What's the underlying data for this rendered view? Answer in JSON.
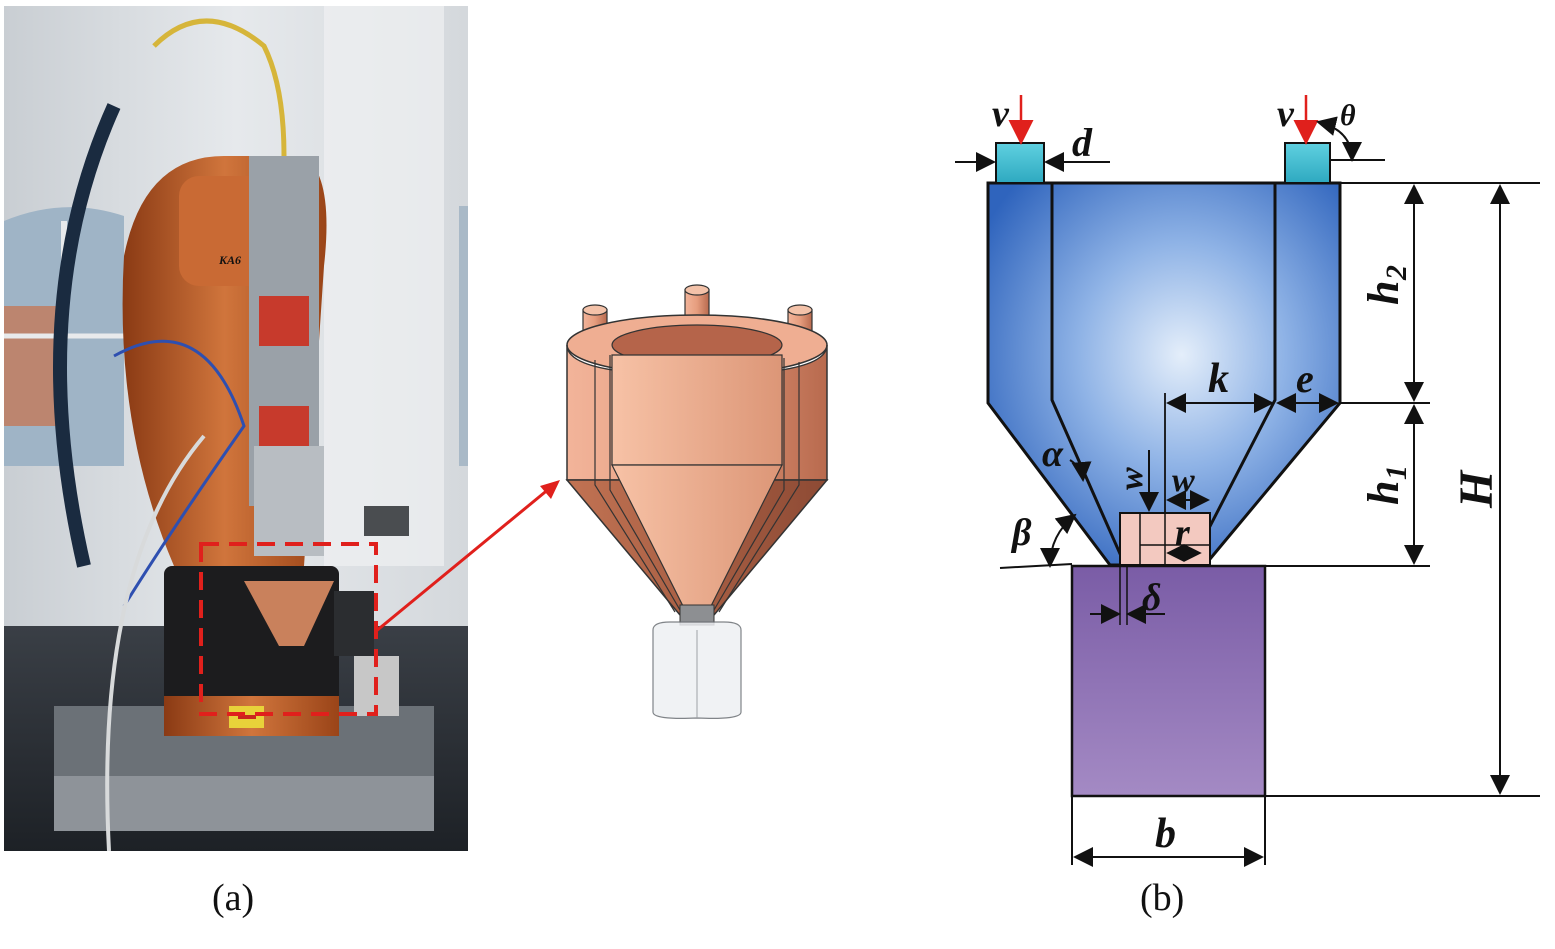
{
  "captions": {
    "a": "(a)",
    "b": "(b)"
  },
  "photo": {
    "label_on_robot": "KA6"
  },
  "schematic": {
    "symbols": {
      "v_left": "v",
      "v_right": "v",
      "d": "d",
      "theta": "θ",
      "h2": "h",
      "h2_sub": "2",
      "h1": "h",
      "h1_sub": "1",
      "H": "H",
      "k": "k",
      "e": "e",
      "alpha": "α",
      "beta": "β",
      "w_vertical": "w",
      "w_horizontal": "w",
      "r": "r",
      "delta": "δ",
      "b": "b"
    }
  },
  "colors": {
    "nozzle_body": "#4a7fd0",
    "nozzle_highlight": "#e4eefa",
    "inlet": "#3bb6cc",
    "substrate": "#8a6fb0",
    "insert": "#f3c9c0",
    "arrow_red": "#e0201c",
    "copper": "#d98a6a"
  }
}
